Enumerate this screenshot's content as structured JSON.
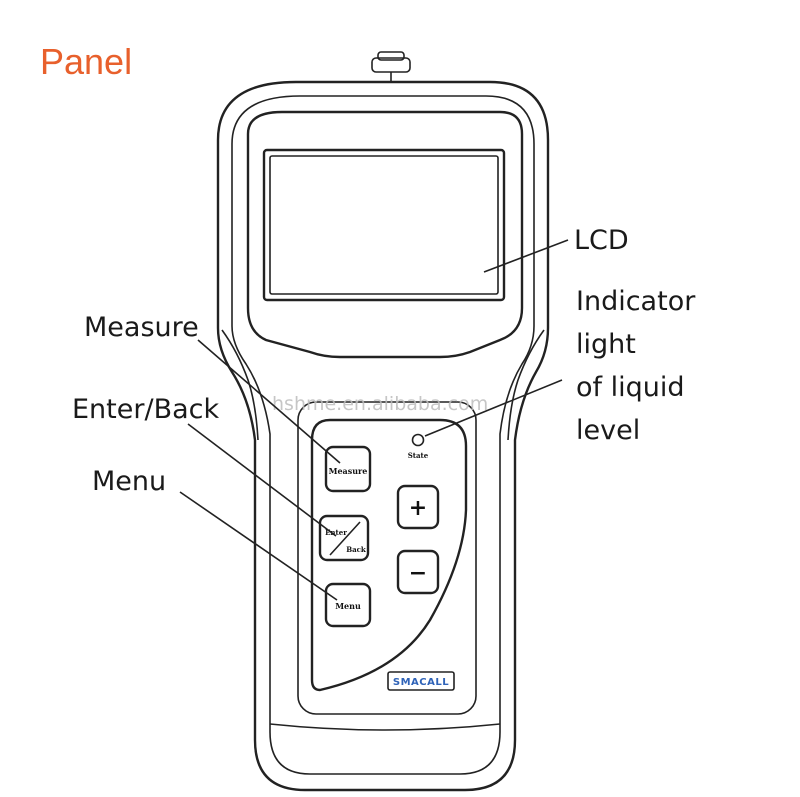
{
  "title": "Panel",
  "colors": {
    "title": "#e8602c",
    "outline": "#222222",
    "brand_fill": "#2f63b8"
  },
  "labels": {
    "lcd": "LCD",
    "indicator": [
      "Indicator",
      "light",
      "of liquid",
      "level"
    ],
    "measure": "Measure",
    "enter_back": "Enter/Back",
    "menu": "Menu"
  },
  "device": {
    "buttons": {
      "measure": "Measure",
      "enter": "Enter",
      "back": "Back",
      "menu": "Menu",
      "plus": "+",
      "minus": "−"
    },
    "state_label": "State",
    "brand": "SMACALL"
  },
  "watermark": "hshme.en.alibaba.com"
}
